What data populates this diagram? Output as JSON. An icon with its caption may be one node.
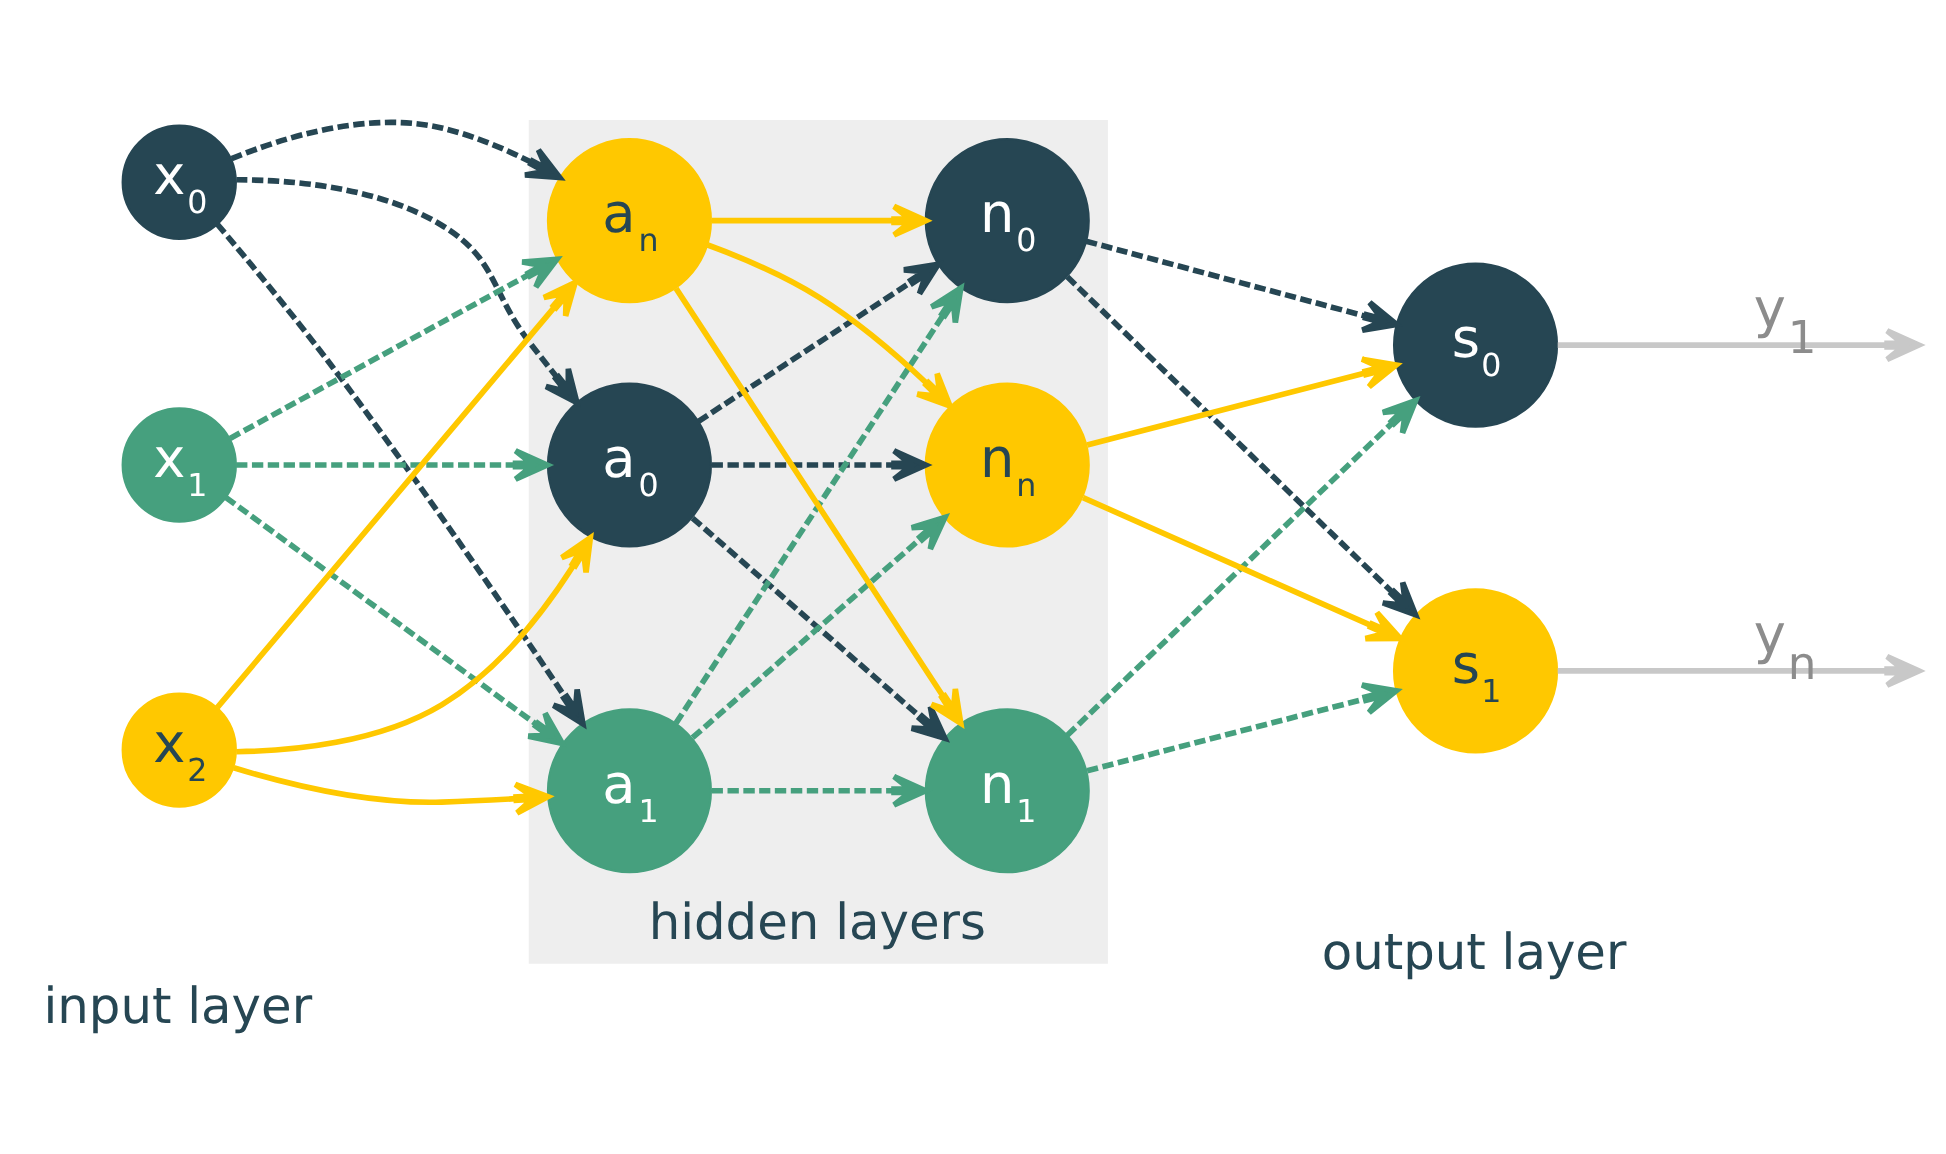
{
  "diagram": {
    "nodes": [
      {
        "text": [
          "x$_{0}$"
        ]
      },
      {
        "text": [
          "x$_{1}$"
        ]
      },
      {
        "text": [
          "x$_{2}$"
        ]
      },
      {
        "text": [
          "hidden layers"
        ]
      },
      {
        "text": [
          "a$_{0}$"
        ],
        "in": 3
      },
      {
        "text": [
          "a$_{1}$"
        ],
        "in": 3
      },
      {
        "text": [
          "a$_{n}$"
        ],
        "in": 3
      },
      {
        "text": [
          "n$_{0}$"
        ],
        "in": 3
      },
      {
        "text": [
          "n$_{1}$"
        ],
        "in": 3
      },
      {
        "text": [
          "n$_{n}$"
        ],
        "in": 3
      },
      {
        "text": [
          "s$_{0}$"
        ]
      },
      {
        "text": [
          "s$_{1}$"
        ]
      }
    ],
    "edges": [
      {
        "from": 0,
        "to": 4,
        "arrow": "to",
        "style": "dashed",
        "color": "#264653"
      },
      {
        "from": 0,
        "to": 5,
        "arrow": "to",
        "style": "dashed",
        "color": "#264653"
      },
      {
        "from": 0,
        "to": 6,
        "arrow": "to",
        "style": "dashed",
        "color": "#264653"
      },
      {
        "from": 1,
        "to": 4,
        "arrow": "to",
        "style": "dashed",
        "color": "#46a07e"
      },
      {
        "from": 1,
        "to": 5,
        "arrow": "to",
        "style": "dashed",
        "color": "#46a07e"
      },
      {
        "from": 1,
        "to": 6,
        "arrow": "to",
        "style": "dashed",
        "color": "#46a07e"
      },
      {
        "from": 2,
        "to": 4,
        "arrow": "to",
        "color": "#ffc800"
      },
      {
        "from": 2,
        "to": 5,
        "arrow": "to",
        "color": "#ffc800"
      },
      {
        "from": 2,
        "to": 6,
        "arrow": "to",
        "color": "#ffc800"
      },
      {
        "from": 4,
        "to": 7,
        "arrow": "to",
        "style": "dashed",
        "color": "#264653"
      },
      {
        "from": 4,
        "to": 8,
        "arrow": "to",
        "style": "dashed",
        "color": "#264653"
      },
      {
        "from": 4,
        "to": 9,
        "arrow": "to",
        "style": "dashed",
        "color": "#264653"
      },
      {
        "from": 5,
        "to": 7,
        "arrow": "to",
        "style": "dashed",
        "color": "#46a07e"
      },
      {
        "from": 5,
        "to": 8,
        "arrow": "to",
        "style": "dashed",
        "color": "#46a07e"
      },
      {
        "from": 5,
        "to": 9,
        "arrow": "to",
        "style": "dashed",
        "color": "#46a07e"
      },
      {
        "from": 6,
        "to": 7,
        "arrow": "to",
        "color": "#ffc800"
      },
      {
        "from": 6,
        "to": 8,
        "arrow": "to",
        "color": "#ffc800"
      },
      {
        "from": 6,
        "to": 9,
        "arrow": "to",
        "color": "#ffc800"
      },
      {
        "from": 7,
        "to": 10,
        "arrow": "to",
        "style": "dashed",
        "color": "#264653"
      },
      {
        "from": 7,
        "to": 11,
        "arrow": "to",
        "style": "dashed",
        "color": "#264653"
      },
      {
        "from": 8,
        "to": 10,
        "arrow": "to",
        "style": "dashed",
        "color": "#46a07e"
      },
      {
        "from": 8,
        "to": 11,
        "arrow": "to",
        "style": "dashed",
        "color": "#46a07e"
      },
      {
        "from": 9,
        "to": 10,
        "arrow": "to",
        "color": "#ffc800"
      },
      {
        "from": 9,
        "to": 11,
        "arrow": "to",
        "color": "#ffc800"
      },
      {
        "from": 10,
        "to": null,
        "arrow": "to",
        "label": "y$_{1}$",
        "color": "#c8c8c8"
      },
      {
        "from": 11,
        "to": null,
        "arrow": "to",
        "label": "y$_{n}$",
        "color": "#c8c8c8"
      }
    ],
    "labels": [
      "input layer",
      "output layer"
    ]
  }
}
